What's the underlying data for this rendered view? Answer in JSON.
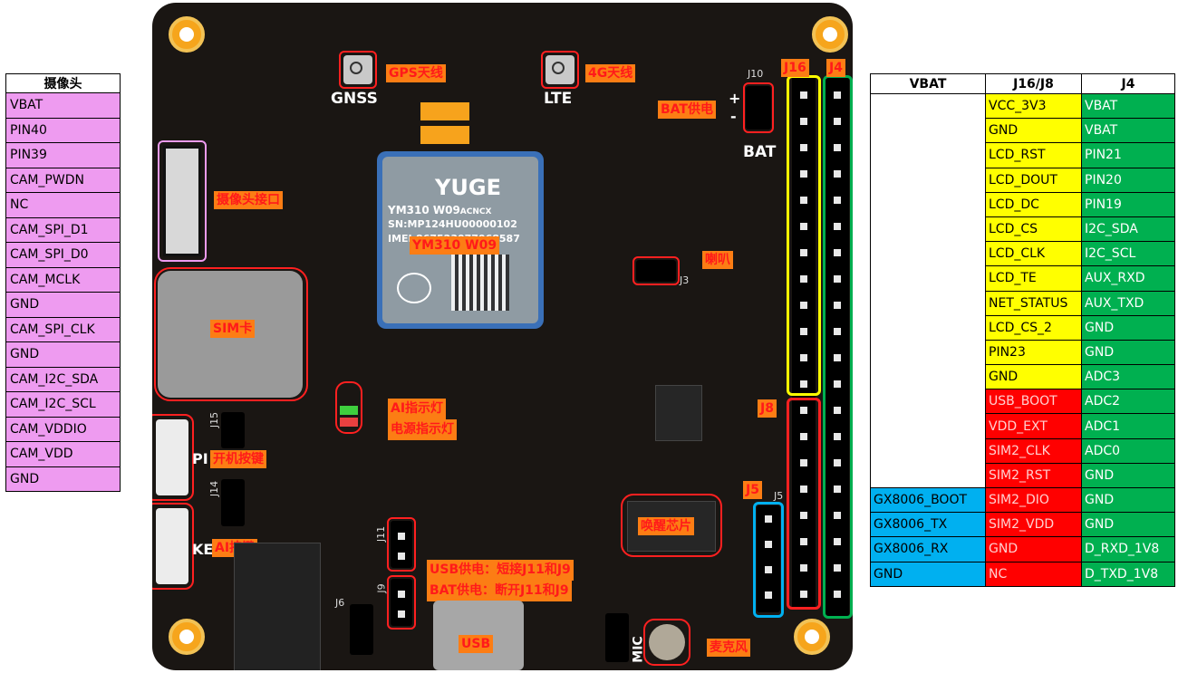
{
  "camera_table": {
    "header": "摄像头",
    "rows": [
      "VBAT",
      "PIN40",
      "PIN39",
      "CAM_PWDN",
      "NC",
      "CAM_SPI_D1",
      "CAM_SPI_D0",
      "CAM_MCLK",
      "GND",
      "CAM_SPI_CLK",
      "GND",
      "CAM_I2C_SDA",
      "CAM_I2C_SCL",
      "CAM_VDDIO",
      "CAM_VDD",
      "GND"
    ]
  },
  "pin_table": {
    "headers": [
      "VBAT",
      "J16/J8",
      "J4"
    ],
    "rows": [
      [
        "",
        "VCC_3V3",
        "VBAT"
      ],
      [
        "",
        "GND",
        "VBAT"
      ],
      [
        "",
        "LCD_RST",
        "PIN21"
      ],
      [
        "",
        "LCD_DOUT",
        "PIN20"
      ],
      [
        "",
        "LCD_DC",
        "PIN19"
      ],
      [
        "",
        "LCD_CS",
        "I2C_SDA"
      ],
      [
        "",
        "LCD_CLK",
        "I2C_SCL"
      ],
      [
        "",
        "LCD_TE",
        "AUX_RXD"
      ],
      [
        "",
        "NET_STATUS",
        "AUX_TXD"
      ],
      [
        "",
        "LCD_CS_2",
        "GND"
      ],
      [
        "",
        "PIN23",
        "GND"
      ],
      [
        "",
        "GND",
        "ADC3"
      ],
      [
        "",
        "USB_BOOT",
        "ADC2"
      ],
      [
        "",
        "VDD_EXT",
        "ADC1"
      ],
      [
        "",
        "SIM2_CLK",
        "ADC0"
      ],
      [
        "",
        "SIM2_RST",
        "GND"
      ],
      [
        "GX8006_BOOT",
        "SIM2_DIO",
        "GND"
      ],
      [
        "GX8006_TX",
        "SIM2_VDD",
        "GND"
      ],
      [
        "GX8006_RX",
        "GND",
        "D_RXD_1V8"
      ],
      [
        "GND",
        "NC",
        "D_TXD_1V8"
      ]
    ],
    "colors": {
      "yellow": "#ffff00",
      "red": "#ff0000",
      "green": "#00b050",
      "blue": "#00b0f0"
    }
  },
  "board": {
    "labels": {
      "gps": "GPS天线",
      "lte4g": "4G天线",
      "bat_power": "BAT供电",
      "camera_port": "摄像头接口",
      "module": "YM310 W09",
      "speaker": "喇叭",
      "sim": "SIM卡",
      "ai_led": "AI指示灯",
      "power_led": "电源指示灯",
      "power_key": "开机按键",
      "ai_key": "AI按键",
      "wake_chip": "唤醒芯片",
      "usb_power": "USB供电：短接J11和J9",
      "bat_power2": "BAT供电：断开J11和J9",
      "usb": "USB",
      "mic": "麦克风",
      "j16": "J16",
      "j4": "J4",
      "j8": "J8",
      "j5": "J5"
    },
    "silkscreen": {
      "gnss": "GNSS",
      "lte": "LTE",
      "bat": "BAT",
      "j10": "J10",
      "plus": "+",
      "minus": "-",
      "j3": "J3",
      "j15": "J15",
      "j14": "J14",
      "j11": "J11",
      "j9": "J9",
      "j6": "J6",
      "j5s": "J5",
      "mic_s": "MIC",
      "pr": "PI",
      "ke": "KE"
    },
    "module_text": {
      "brand": "YUGE",
      "model": "YM310 W09",
      "model_suffix": "ACNCX",
      "sn": "SN:MP124HU00000102",
      "imei": "IMEI:867523077068587"
    }
  }
}
